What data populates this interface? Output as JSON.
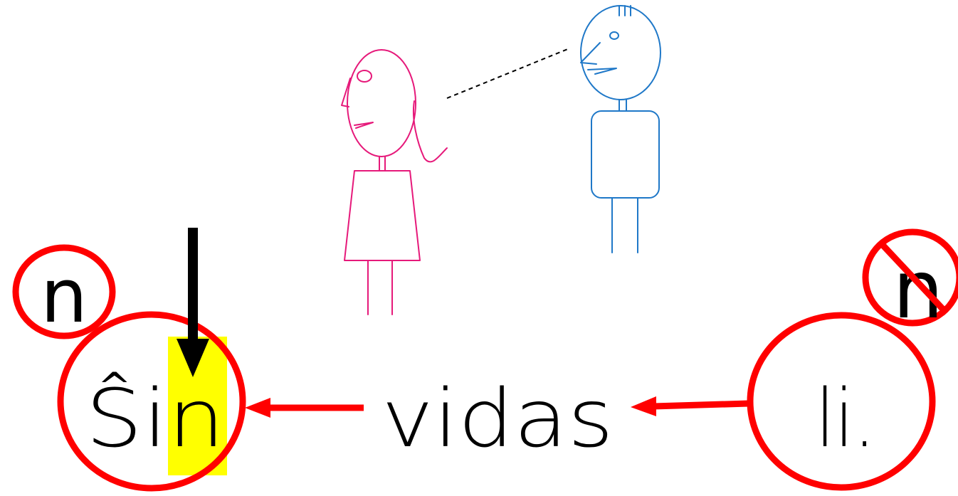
{
  "sentence": {
    "subject_word": "Ŝin",
    "verb_word": "vidas",
    "object_word": "li."
  },
  "markers": {
    "accusative_added": "n",
    "accusative_removed": "n"
  },
  "colors": {
    "red": "#ff0000",
    "highlight": "#ffff00",
    "female_figure": "#e6197a",
    "male_figure": "#1f78c8",
    "black": "#000000"
  }
}
